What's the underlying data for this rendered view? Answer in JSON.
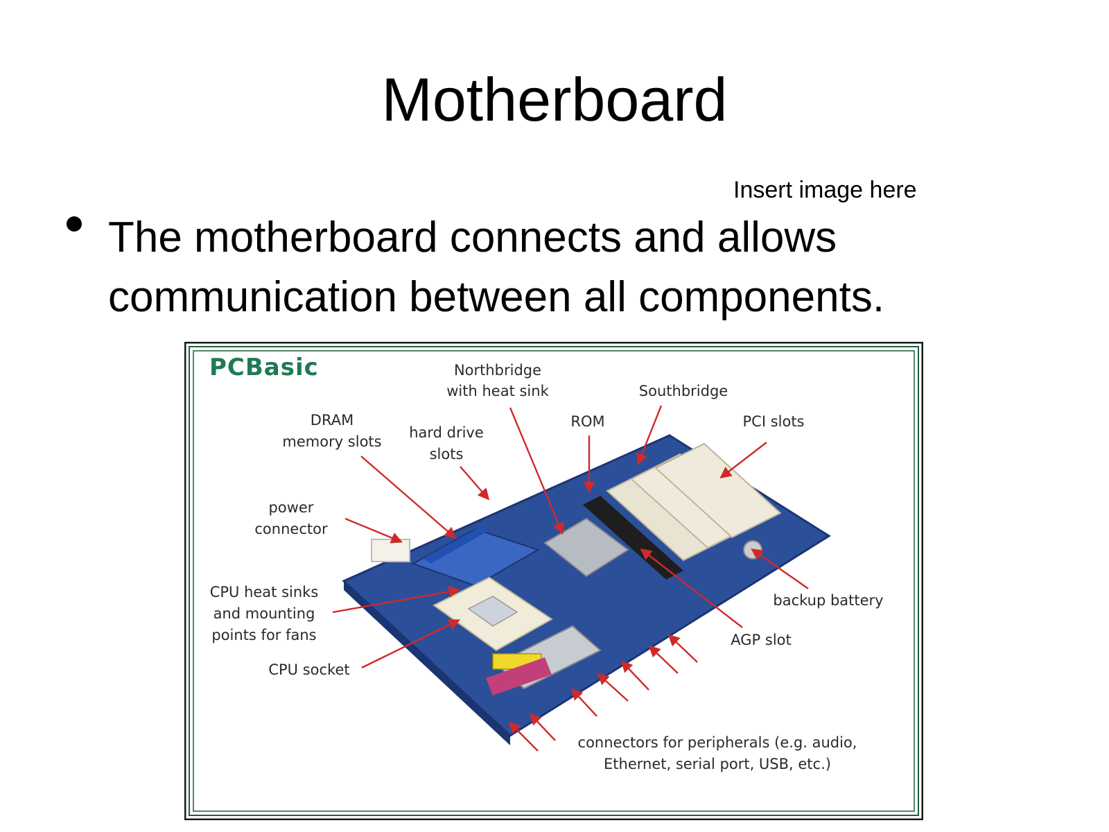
{
  "slide": {
    "title": "Motherboard",
    "image_note": "Insert image here",
    "bullets": [
      "The motherboard connects and allows communication between all components."
    ]
  },
  "figure": {
    "logo": "PCBasic",
    "labels": {
      "northbridge_1": "Northbridge",
      "northbridge_2": "with heat sink",
      "southbridge": "Southbridge",
      "rom": "ROM",
      "pci": "PCI slots",
      "dram_1": "DRAM",
      "dram_2": "memory slots",
      "hdd_1": "hard drive",
      "hdd_2": "slots",
      "power_1": "power",
      "power_2": "connector",
      "cpuheat_1": "CPU heat sinks",
      "cpuheat_2": "and mounting",
      "cpuheat_3": "points for fans",
      "cpusocket": "CPU socket",
      "battery": "backup battery",
      "agp": "AGP slot",
      "periph_1": "connectors for peripherals (e.g. audio,",
      "periph_2": "Ethernet, serial port, USB, etc.)"
    },
    "colors": {
      "frame": "#1f5e3a",
      "board": "#2c4f9a",
      "arrow": "#cf2a2a",
      "logo": "#1f7a53"
    }
  }
}
